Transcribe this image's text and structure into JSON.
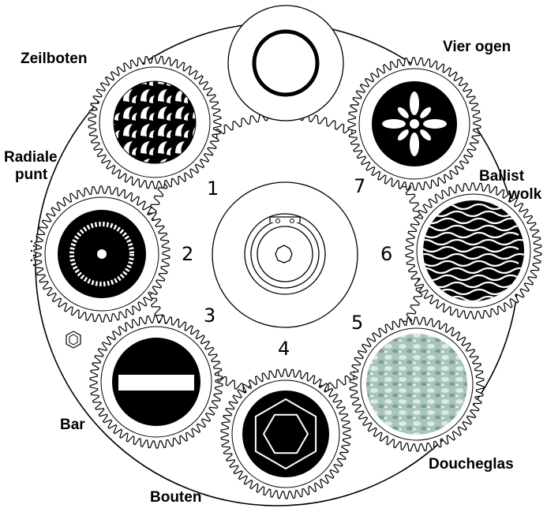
{
  "diagram": {
    "labels": {
      "zeilboten": "Zeilboten",
      "vier_ogen": "Vier ogen",
      "radiale_line1": "Radiale",
      "radiale_line2": "punt",
      "ballistische_line1": "Ballist",
      "ballistische_line2": "wolk",
      "bar": "Bar",
      "bouten": "Bouten",
      "doucheglas": "Doucheglas"
    },
    "slot_numbers": [
      "1",
      "2",
      "3",
      "4",
      "5",
      "6",
      "7"
    ],
    "colors": {
      "ink": "#000000",
      "paper": "#ffffff",
      "glass": "#a9c4bd"
    }
  }
}
